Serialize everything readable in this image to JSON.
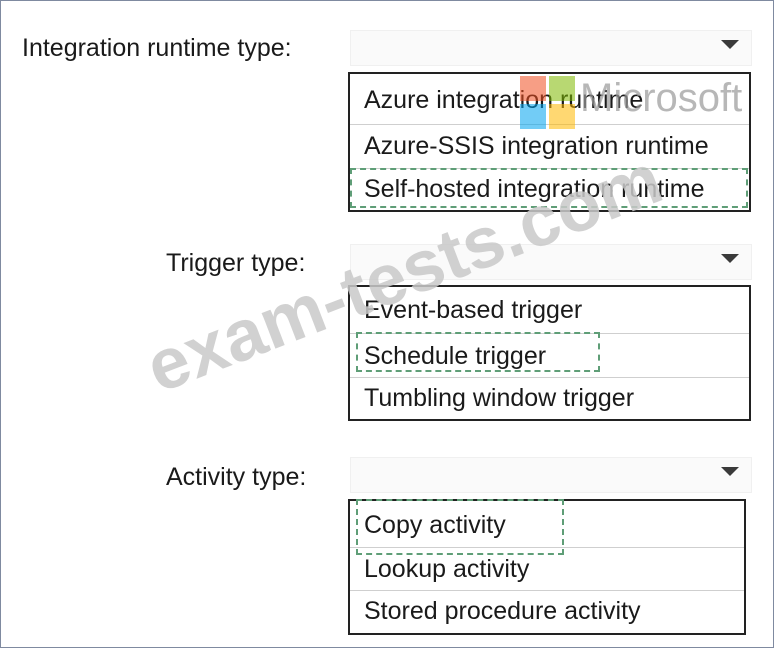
{
  "sections": [
    {
      "label": "Integration runtime type:",
      "options": [
        "Azure integration runtime",
        "Azure-SSIS integration runtime",
        "Self-hosted integration runtime"
      ],
      "selected": "Self-hosted integration runtime"
    },
    {
      "label": "Trigger type:",
      "options": [
        "Event-based trigger",
        "Schedule trigger",
        "Tumbling window trigger"
      ],
      "selected": "Schedule trigger"
    },
    {
      "label": "Activity type:",
      "options": [
        "Copy activity",
        "Lookup activity",
        "Stored procedure activity"
      ],
      "selected": "Copy activity"
    }
  ],
  "watermarks": {
    "brand": "Microsoft",
    "site": "exam-tests.com",
    "logo_colors": [
      "#f25022",
      "#7fba00",
      "#00a4ef",
      "#ffb900"
    ]
  },
  "icons": {
    "dropdown": "chevron-down-icon"
  }
}
